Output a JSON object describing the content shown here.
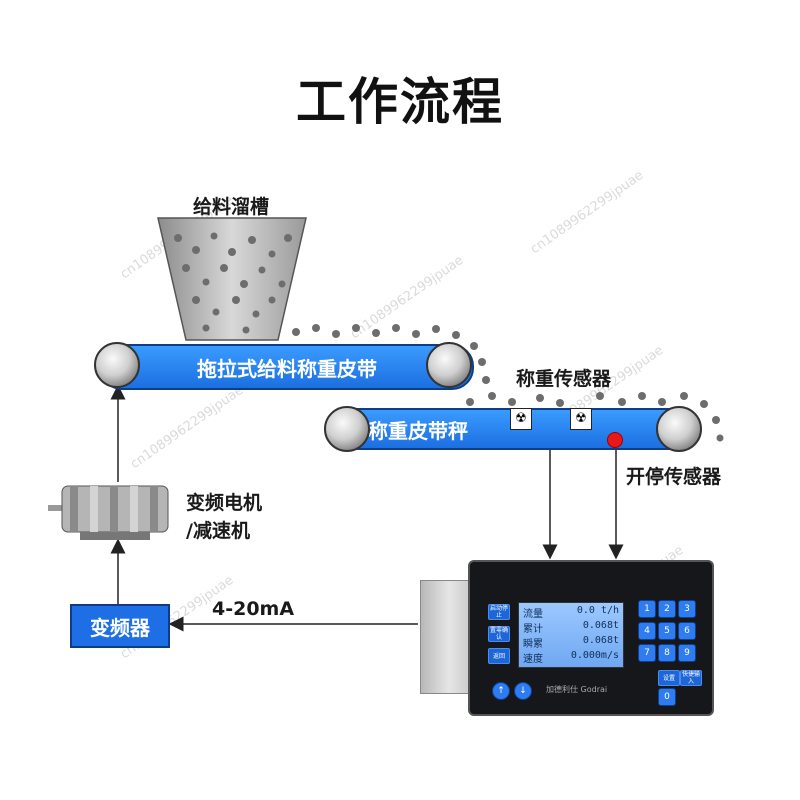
{
  "title": "工作流程",
  "hopper": {
    "label": "给料溜槽"
  },
  "drag_belt": {
    "label": "拖拉式给料称重皮带"
  },
  "weigh_sensor": {
    "label": "称重传感器"
  },
  "weigh_belt": {
    "label": "称重皮带秤"
  },
  "start_stop_sensor": {
    "label": "开停传感器"
  },
  "motor": {
    "label_line1": "变频电机",
    "label_line2": "/减速机"
  },
  "inverter": {
    "label": "变频器"
  },
  "signal": {
    "label": "4-20mA"
  },
  "controller": {
    "brand": "加德利仕 Godrai",
    "lcd": {
      "rows": [
        {
          "name": "流量",
          "value": "0.0 t/h"
        },
        {
          "name": "累计",
          "value": "0.068t"
        },
        {
          "name": "瞬累",
          "value": "0.068t"
        },
        {
          "name": "速度",
          "value": "0.000m/s"
        }
      ]
    },
    "side_buttons": [
      "启动停止",
      "置零确认",
      "返回"
    ],
    "bottom_right_buttons": [
      "设置",
      "快捷输入"
    ],
    "keys": [
      "1",
      "2",
      "3",
      "4",
      "5",
      "6",
      "7",
      "8",
      "9",
      "0",
      "↑",
      "↓"
    ]
  },
  "watermark": "cn1089962299jpuae",
  "colors": {
    "belt": "#1c6fe0",
    "box": "#1e6fe6",
    "indicator": "#e81818"
  }
}
